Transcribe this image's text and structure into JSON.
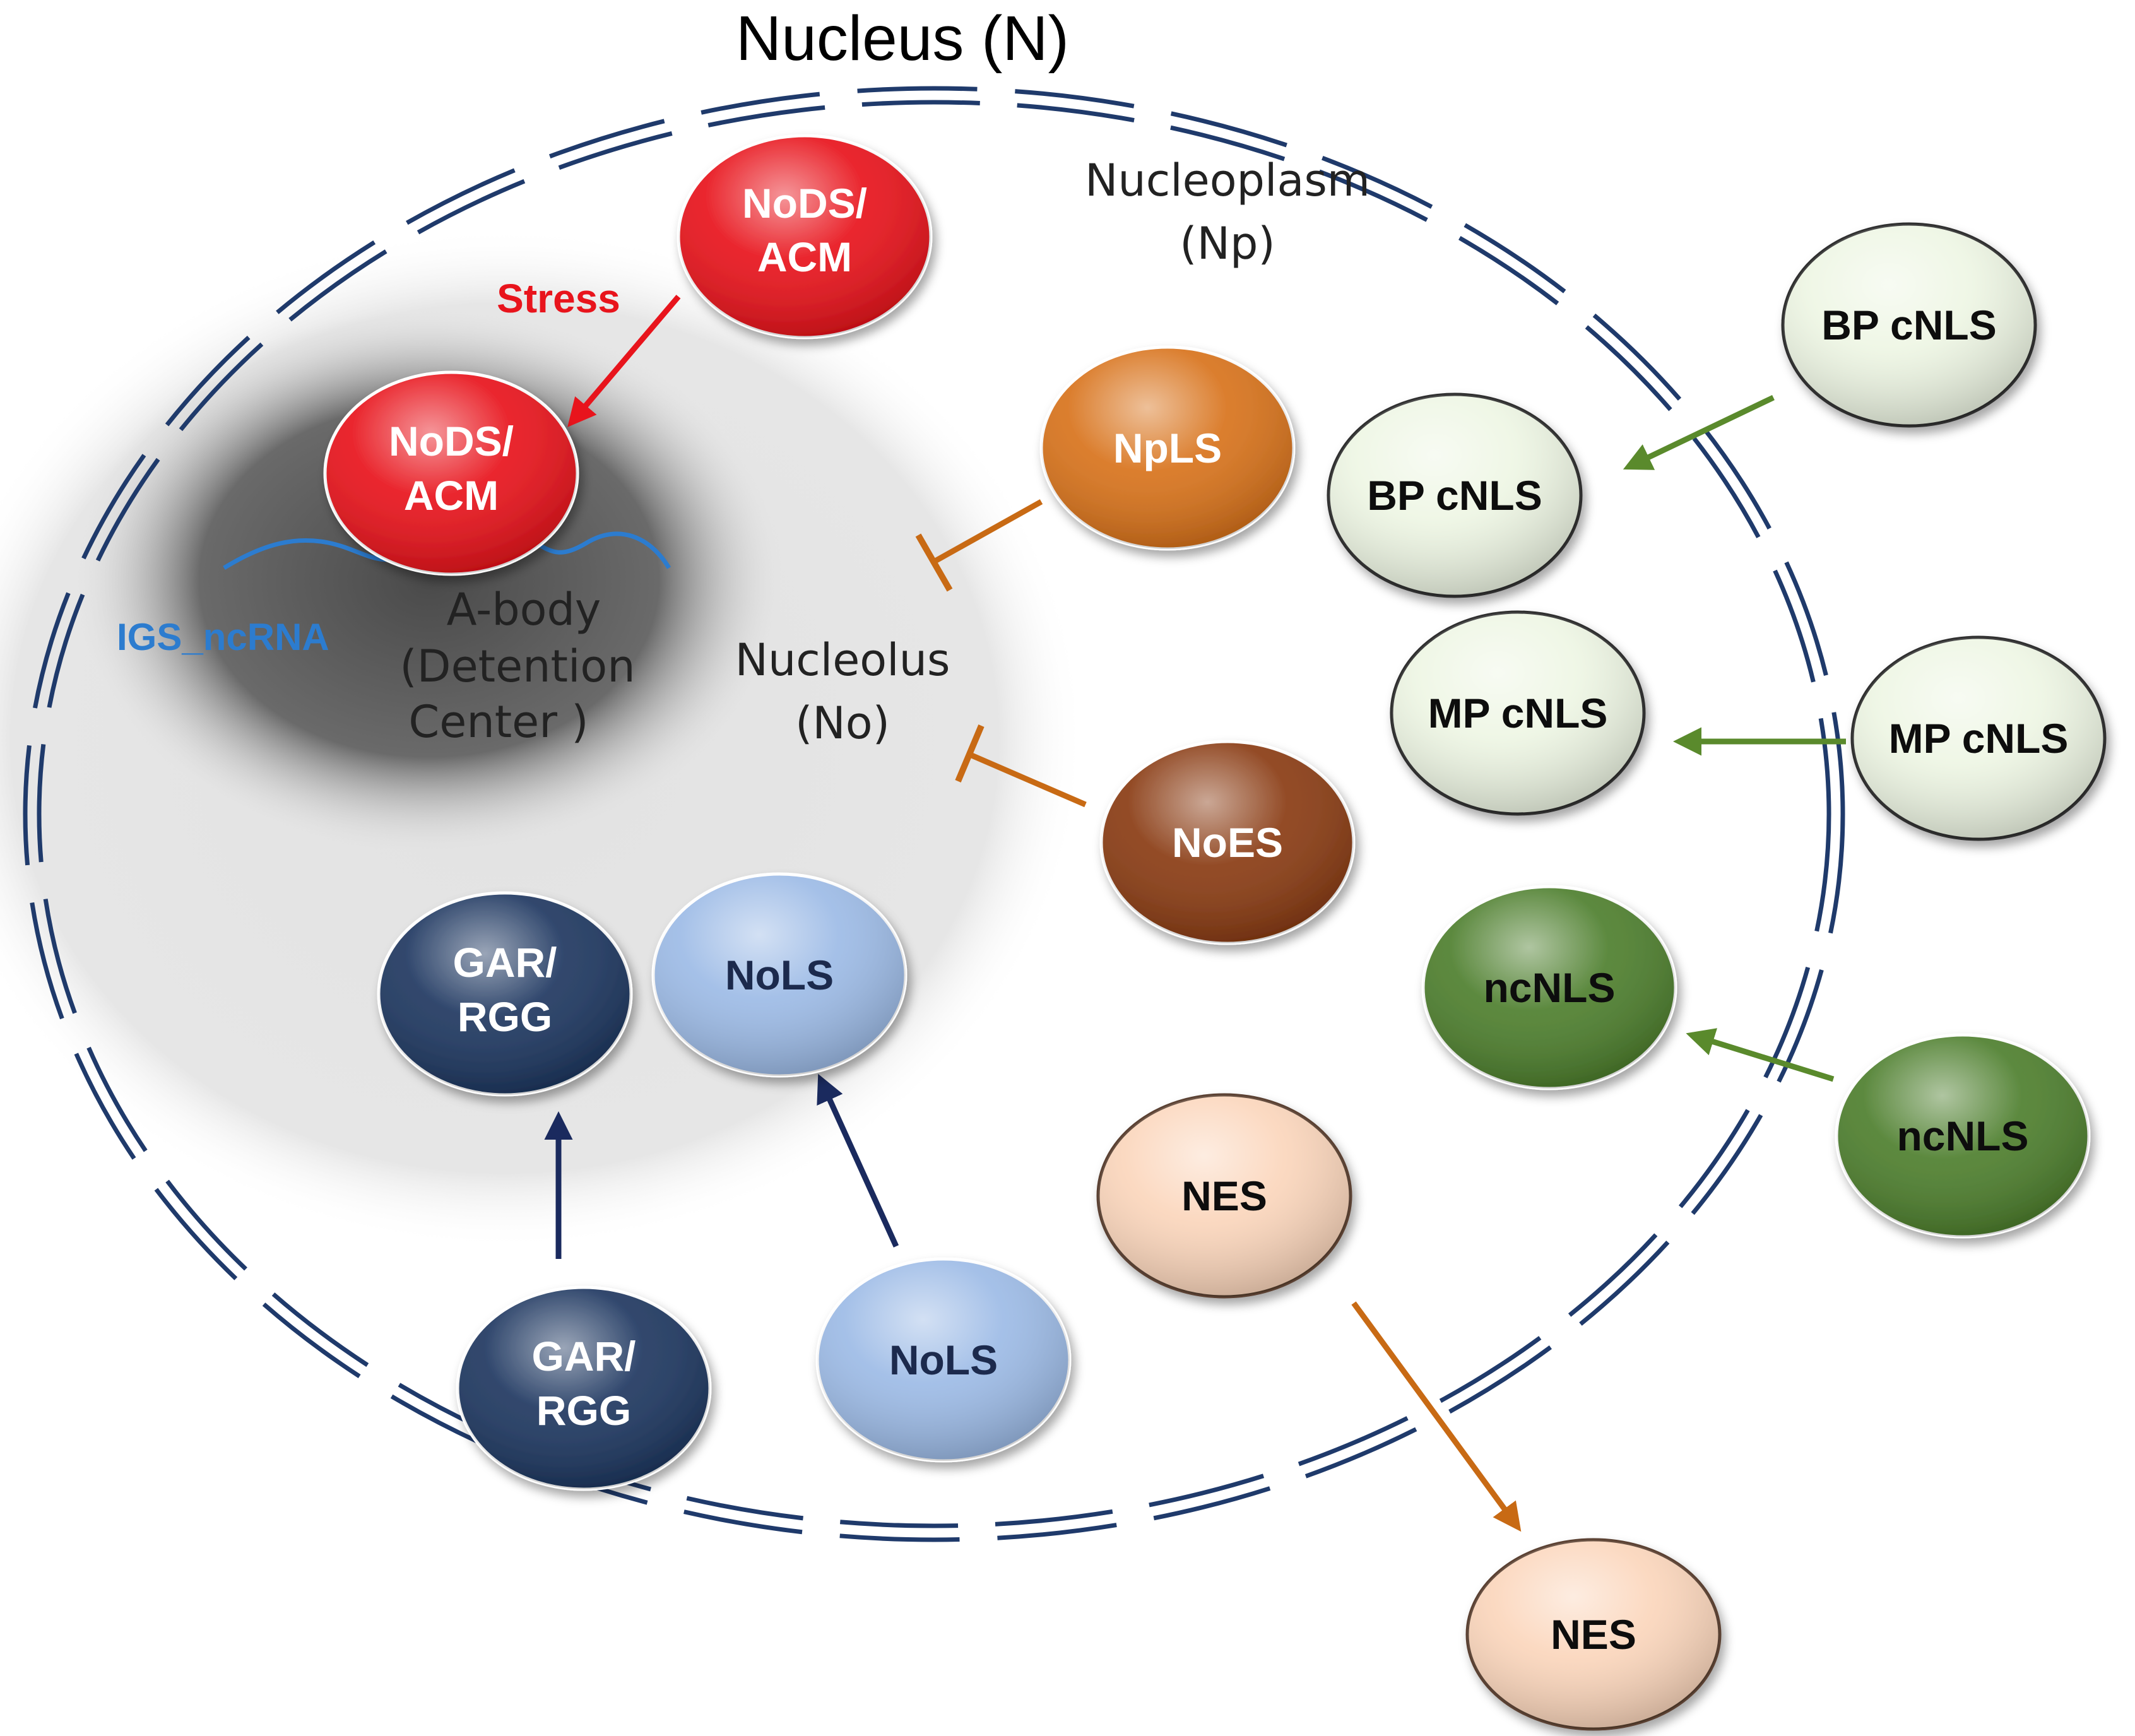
{
  "regions": {
    "nucleus": "Nucleus (N)",
    "nucleoplasm": [
      "Nucleoplasm",
      "(Np)"
    ],
    "nucleolus": [
      "Nucleolus",
      "(No)"
    ],
    "a_body": [
      "A-body",
      "(Detention",
      "Center )"
    ],
    "igs": "IGS_ncRNA",
    "stress": "Stress"
  },
  "nodes": {
    "nods_outer": [
      "NoDS/",
      "ACM"
    ],
    "nods_inner": [
      "NoDS/",
      "ACM"
    ],
    "npls": "NpLS",
    "noes": "NoES",
    "gar_inner": [
      "GAR/",
      "RGG"
    ],
    "gar_outer": [
      "GAR/",
      "RGG"
    ],
    "nols_inner": "NoLS",
    "nols_outer": "NoLS",
    "bp_outer": "BP cNLS",
    "bp_inner": "BP cNLS",
    "mp_outer": "MP cNLS",
    "mp_inner": "MP cNLS",
    "nc_outer": "ncNLS",
    "nc_inner": "ncNLS",
    "nes_inner": "NES",
    "nes_outer": "NES"
  },
  "colors": {
    "membrane": "#1f3a6b",
    "red": "#e8141c",
    "orange": "#d8731c",
    "brown": "#8a3c14",
    "navy": "#1e3760",
    "lightblue": "#9dbbe6",
    "palegreen": "#eef6e4",
    "darkgreen": "#4e7f2e",
    "peach": "#fbd6bc",
    "arrow_green": "#5a8a2c",
    "arrow_orange": "#c86a14",
    "arrow_navy": "#1a2a5e",
    "igs_blue": "#2c7ccf"
  }
}
